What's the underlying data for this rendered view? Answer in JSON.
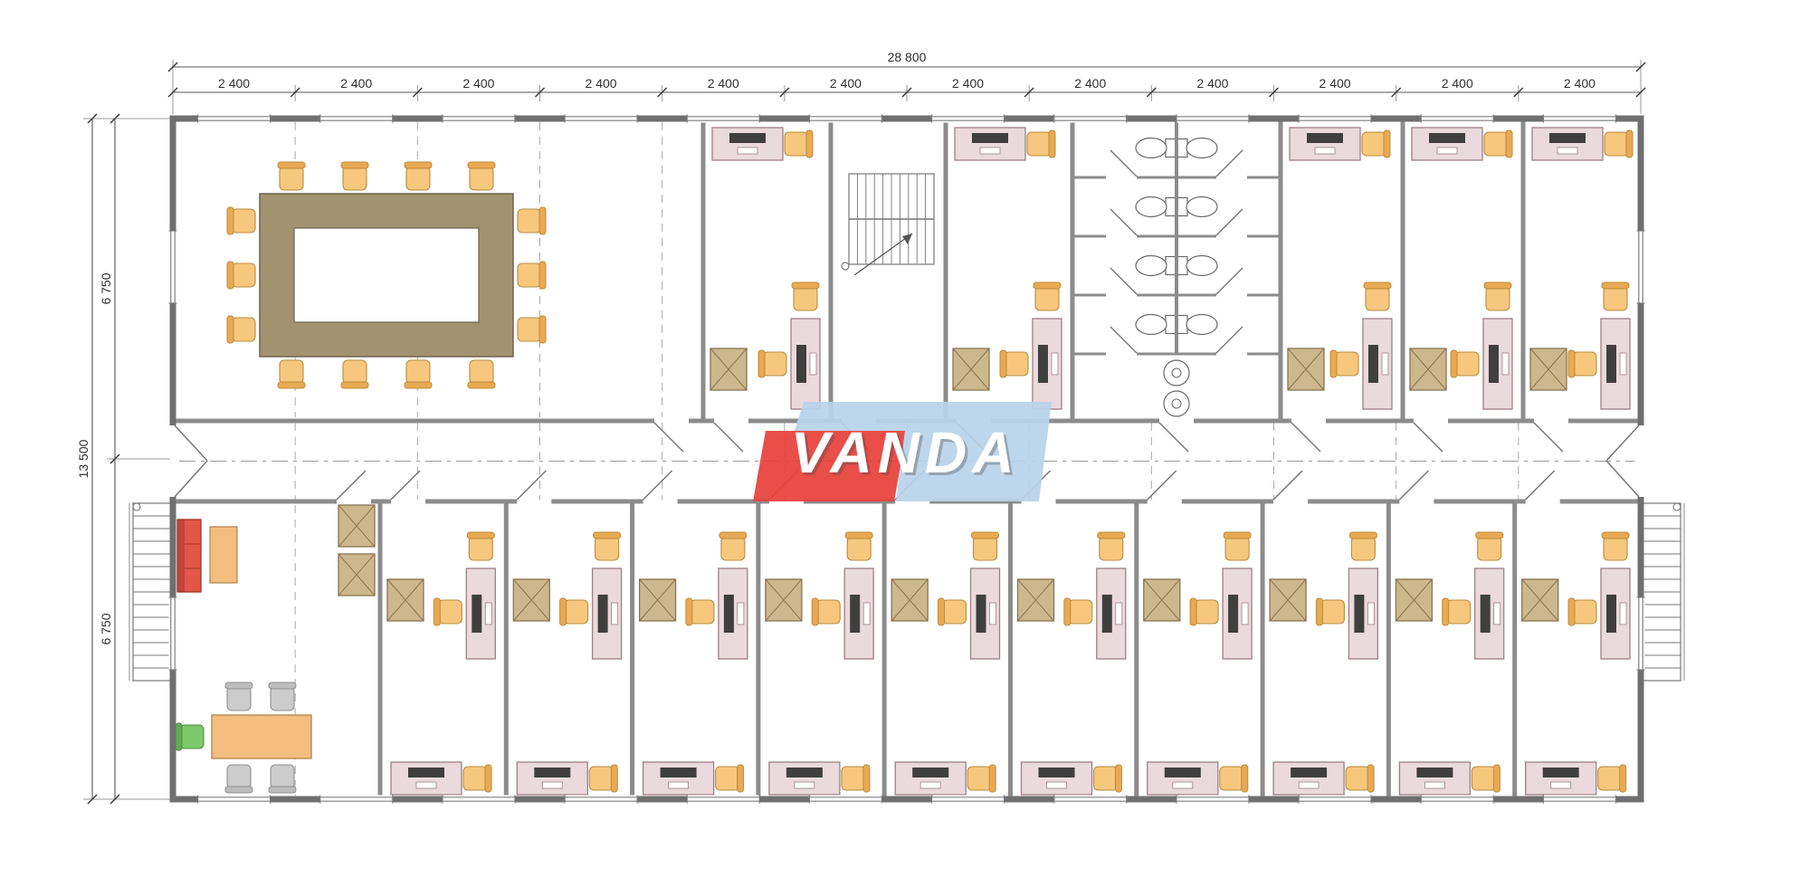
{
  "drawing": {
    "type": "architectural-floor-plan",
    "subject": "modular office building floor plan"
  },
  "logo": {
    "text": "VANDA",
    "red": "#e8413c",
    "blue": "#b9d3ea"
  },
  "dimensions": {
    "total_width_label": "28 800",
    "bay_labels": [
      "2 400",
      "2 400",
      "2 400",
      "2 400",
      "2 400",
      "2 400",
      "2 400",
      "2 400",
      "2 400",
      "2 400",
      "2 400",
      "2 400"
    ],
    "total_height_label": "13 500",
    "half_height_labels": [
      "6 750",
      "6 750"
    ]
  },
  "rooms": {
    "top": [
      "meeting-room",
      "office",
      "stair-hall",
      "office",
      "toilets",
      "office",
      "office",
      "office"
    ],
    "bottom": [
      "lounge-office",
      "office",
      "office",
      "office",
      "office",
      "office",
      "office",
      "office",
      "office",
      "office",
      "office"
    ]
  },
  "colors": {
    "wall": "#6f6f6f",
    "partition": "#8c8c8c",
    "dim_line": "#555555",
    "dim_text": "#2f2f2f",
    "ext_line": "#9a9a9a",
    "dashed": "#aaaaaa",
    "desk": "#ead9dd",
    "desk_edge": "#9c8084",
    "monitor": "#3f3f3f",
    "chair": "#f6c77d",
    "chair_edge": "#bb8c3f",
    "chair_back": "#e8a952",
    "cabinet": "#cdb88e",
    "cabinet_edge": "#8a7450",
    "table": "#a3926f",
    "table_edge": "#6e6250",
    "sofa": "#e2574a",
    "sofa_edge": "#a03327",
    "side_table": "#f2bd7f",
    "side_table_edge": "#b3824a",
    "green_chair": "#7cc86a",
    "green_chair_edge": "#4a8f3c",
    "gray_chair": "#cccccc",
    "gray_chair_edge": "#8f8f8f",
    "fixture_edge": "#6a6a6a",
    "logo_red": "#e8413c",
    "logo_blue": "#b9d3ea"
  }
}
